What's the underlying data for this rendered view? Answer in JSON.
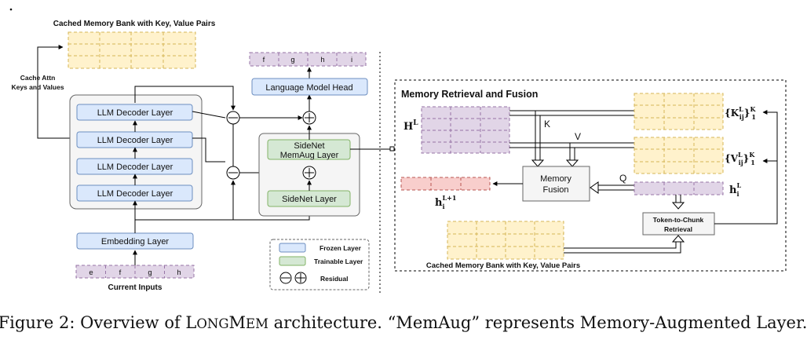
{
  "left": {
    "cached_bank_title": "Cached Memory Bank with Key, Value Pairs",
    "cache_attn_label_1": "Cache Attn",
    "cache_attn_label_2": "Keys and Values",
    "decoder_layers": [
      "LLM Decoder Layer",
      "LLM Decoder Layer",
      "LLM Decoder Layer",
      "LLM Decoder Layer"
    ],
    "embedding_layer": "Embedding Layer",
    "lm_head": "Language Model Head",
    "sidenet_memaug_1": "SideNet",
    "sidenet_memaug_2": "MemAug Layer",
    "sidenet_layer": "SideNet Layer",
    "outputs": [
      "f",
      "g",
      "h",
      "i"
    ],
    "inputs": [
      "e",
      "f",
      "g",
      "h"
    ],
    "current_inputs": "Current Inputs"
  },
  "legend": {
    "frozen": "Frozen Layer",
    "trainable": "Trainable Layer",
    "residual": "Residual"
  },
  "right": {
    "title": "Memory Retrieval and Fusion",
    "h_L": "H",
    "h_L_sup": "L",
    "k_label": "K",
    "v_label": "V",
    "q_label": "Q",
    "memory_fusion_1": "Memory",
    "memory_fusion_2": "Fusion",
    "token_to_chunk_1": "Token-to-Chunk",
    "token_to_chunk_2": "Retrieval",
    "keys_main": "K",
    "keys_sup": "L",
    "keys_sub": "ij",
    "keys_outer_sup": "K",
    "keys_outer_sub": "1",
    "values_main": "V",
    "values_sup": "L",
    "values_sub": "ij",
    "values_outer_sup": "K",
    "values_outer_sub": "1",
    "hi_L_main": "h",
    "hi_L_sub": "i",
    "hi_L_sup": "L",
    "hi_L1_main": "h",
    "hi_L1_sub": "i",
    "hi_L1_sup": "L+1",
    "cached_bank_title": "Cached Memory Bank with Key, Value Pairs"
  },
  "caption": {
    "prefix": "Figure 2: Overview of ",
    "name_L": "L",
    "name_ONG": "ONG",
    "name_M": "M",
    "name_EM": "EM",
    "suffix": " architecture. “MemAug” represents Memory-Augmented Layer."
  },
  "colors": {
    "frozen_fill": "#dae8fc",
    "frozen_stroke": "#6c8ebf",
    "trainable_fill": "#d5e8d4",
    "trainable_stroke": "#82b366",
    "memory_fill": "#fff2cc",
    "memory_stroke": "#d6b656",
    "purple_fill": "#e1d5e7",
    "purple_stroke": "#9673a6",
    "red_fill": "#f8cecc",
    "red_stroke": "#b85450",
    "gray_fill": "#f5f5f5",
    "gray_stroke": "#666666"
  }
}
